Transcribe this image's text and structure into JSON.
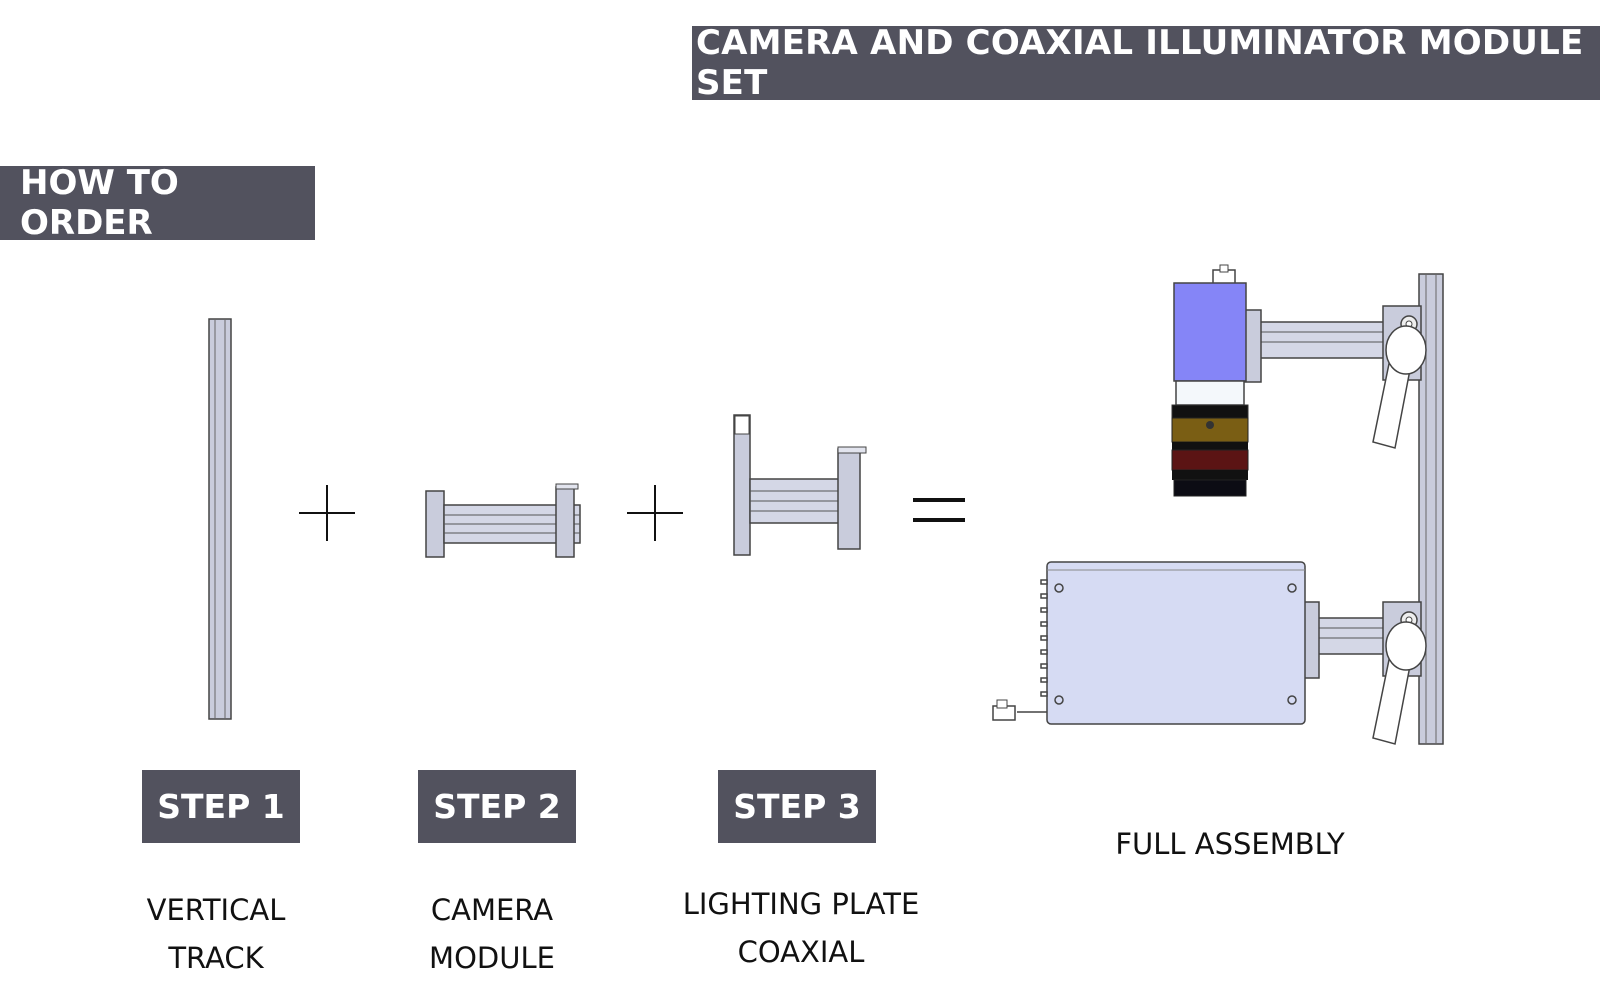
{
  "header": {
    "title": "CAMERA AND COAXIAL ILLUMINATOR MODULE SET",
    "how_to_order": "HOW TO ORDER"
  },
  "steps": [
    {
      "badge": "STEP 1",
      "line1": "VERTICAL",
      "line2": "TRACK"
    },
    {
      "badge": "STEP 2",
      "line1": "CAMERA",
      "line2": "MODULE"
    },
    {
      "badge": "STEP 3",
      "line1": "LIGHTING PLATE",
      "line2": "COAXIAL"
    }
  ],
  "result": {
    "label": "FULL ASSEMBLY"
  },
  "colors": {
    "banner": "#52525e",
    "metal": "#c9ccdc",
    "camera_body": "#8585f7",
    "ring_gold": "#7a5e14",
    "ring_red": "#5b1414",
    "illuminator": "#d6dbf3"
  }
}
